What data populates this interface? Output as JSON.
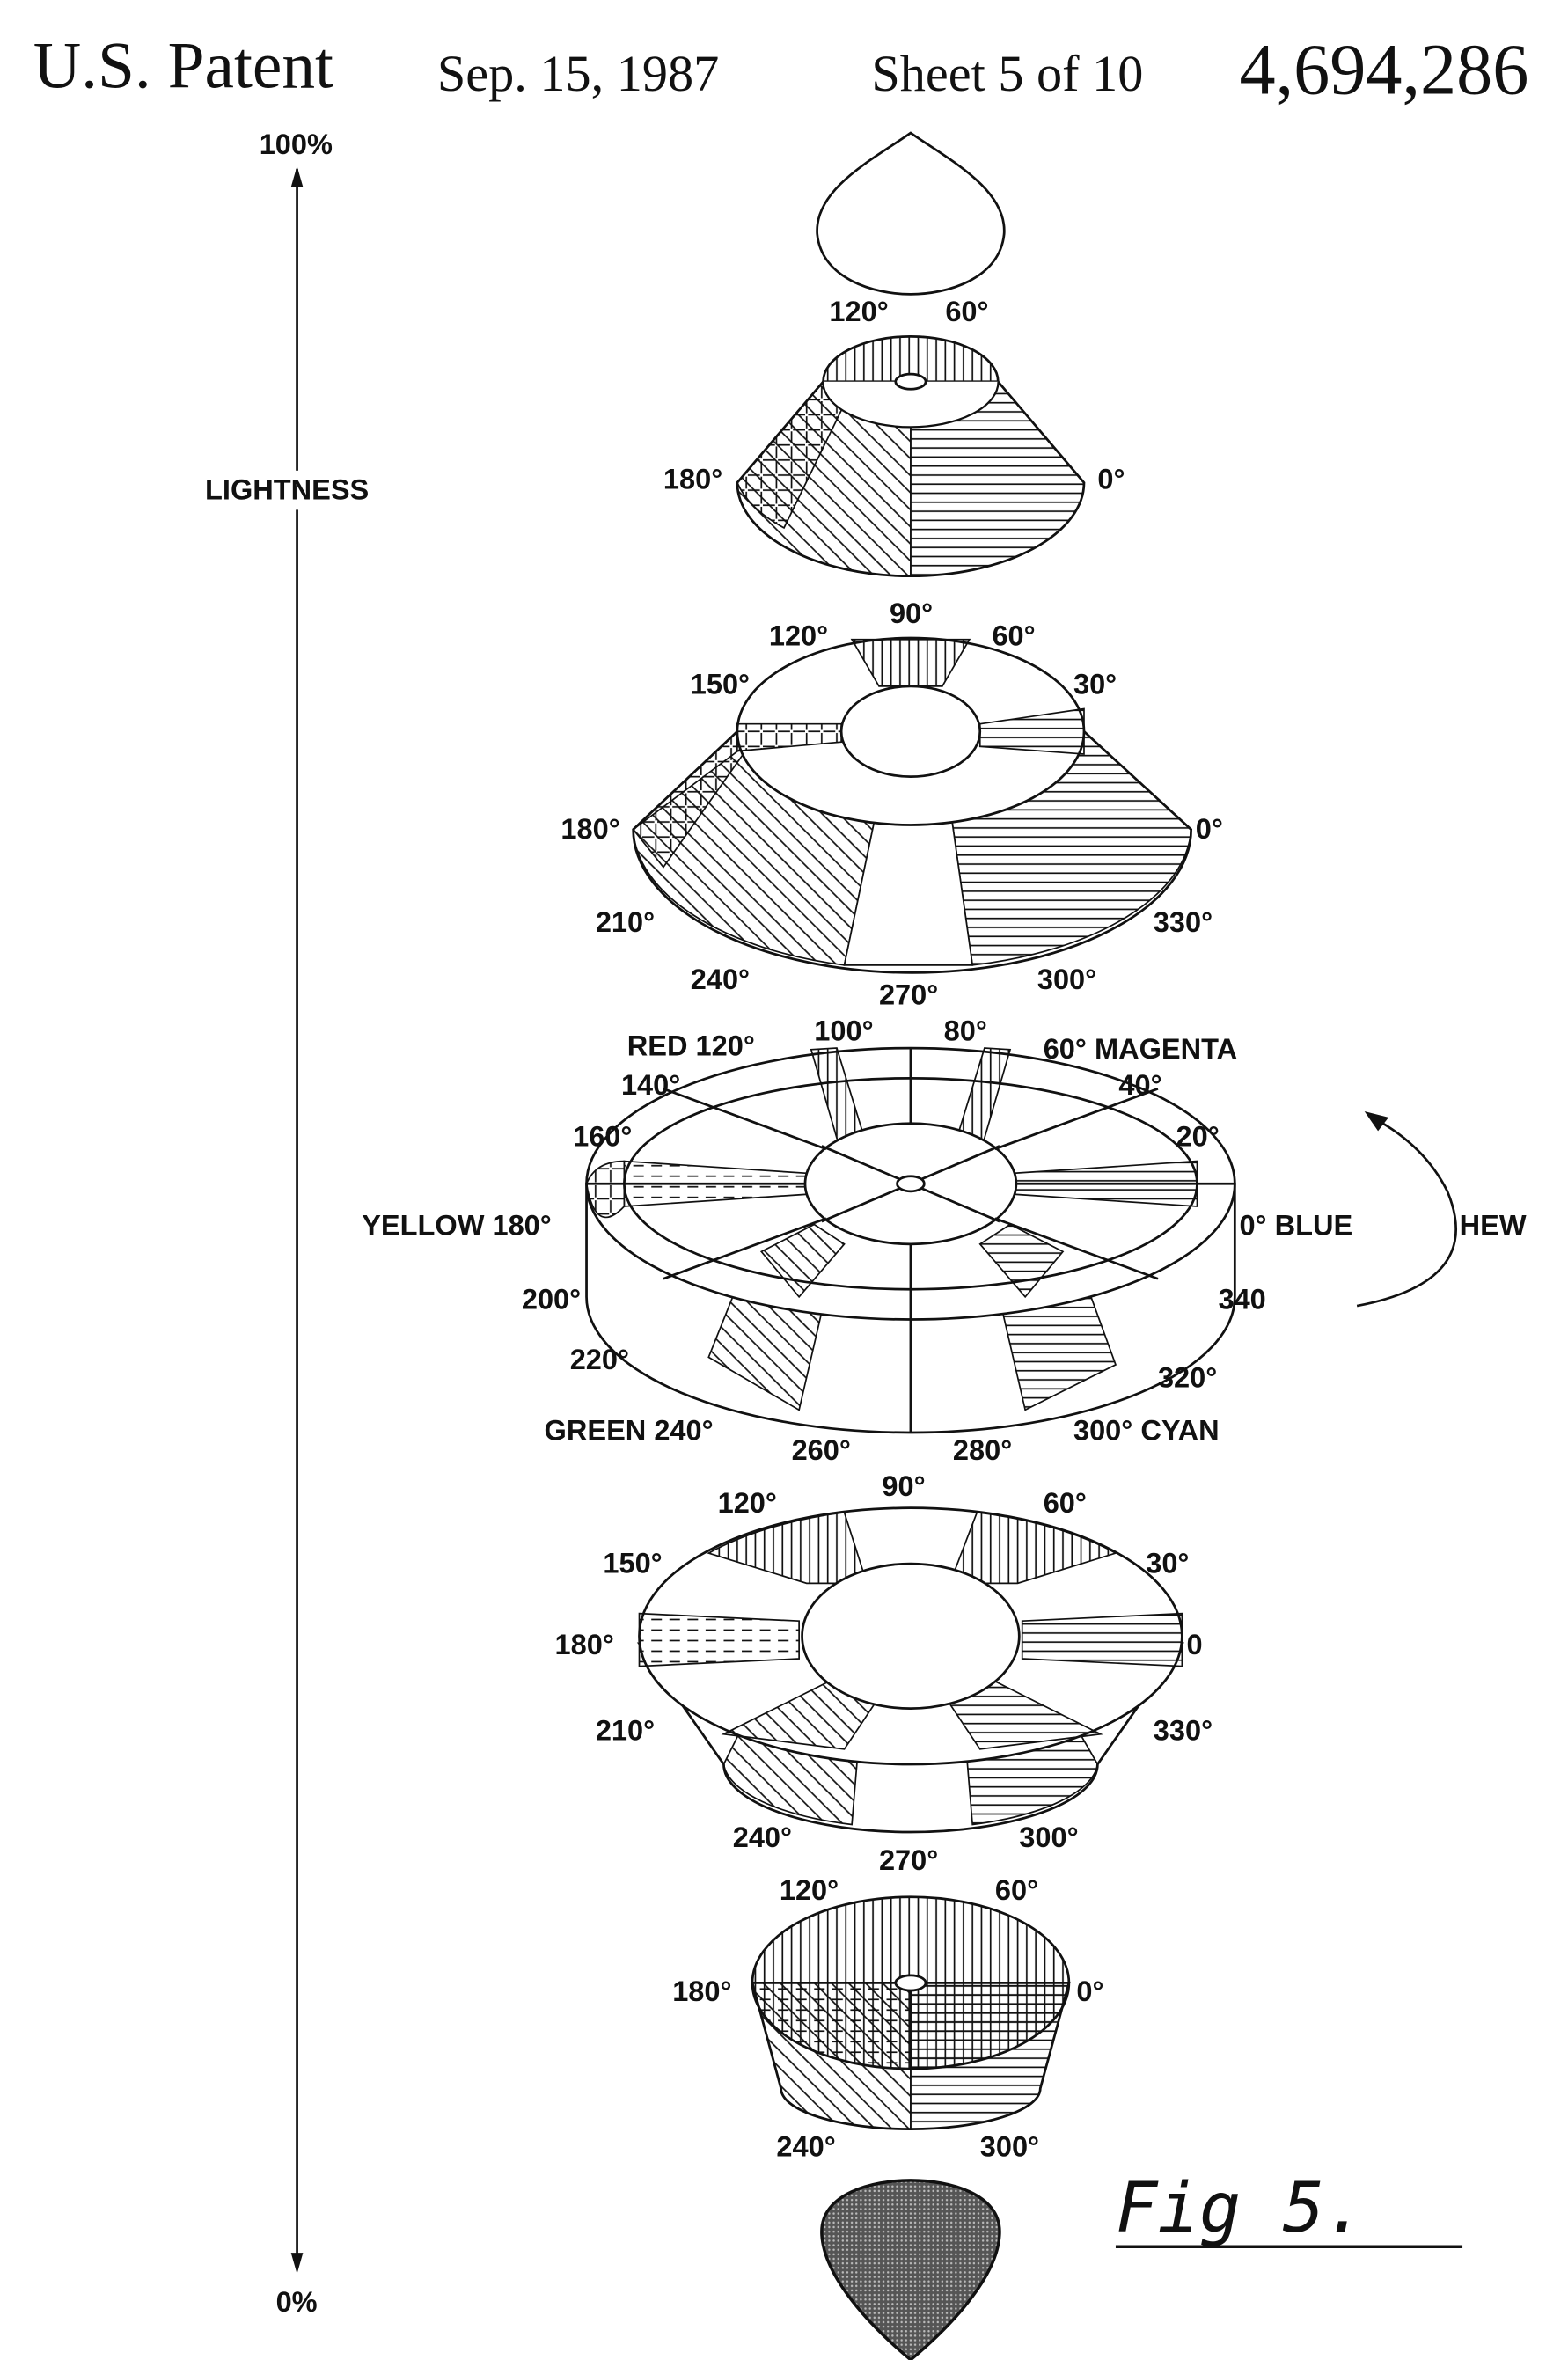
{
  "header": {
    "title": "U.S. Patent",
    "date": "Sep. 15, 1987",
    "sheet": "Sheet 5 of 10",
    "patent_number": "4,694,286"
  },
  "axis": {
    "top": "100%",
    "bottom": "0%",
    "label": "LIGHTNESS"
  },
  "layer2": {
    "l120": "120°",
    "l60": "60°",
    "l180": "180°",
    "l0": "0°"
  },
  "layer3": {
    "l120": "120°",
    "l90": "90°",
    "l60": "60°",
    "l150": "150°",
    "l30": "30°",
    "l180": "180°",
    "l0": "0°",
    "l210": "210°",
    "l330": "330°",
    "l240": "240°",
    "l270": "270°",
    "l300": "300°"
  },
  "layer4": {
    "red": "RED 120°",
    "l100": "100°",
    "l80": "80°",
    "magenta": "60° MAGENTA",
    "l140": "140°",
    "l40": "40°",
    "l160": "160°",
    "l20": "20°",
    "yellow": "YELLOW 180°",
    "blue": "0° BLUE",
    "l200": "200°",
    "l340": "340",
    "l220": "220°",
    "l320": "320°",
    "green": "GREEN 240°",
    "cyan": "300° CYAN",
    "l260": "260°",
    "l280": "280°"
  },
  "hue_label": "HEW",
  "layer5": {
    "l120": "120°",
    "l90": "90°",
    "l60": "60°",
    "l150": "150°",
    "l30": "30°",
    "l180": "180°",
    "l0": "0",
    "l210": "210°",
    "l330": "330°",
    "l240": "240°",
    "l270": "270°",
    "l300": "300°"
  },
  "layer6": {
    "l120": "120°",
    "l60": "60°",
    "l180": "180°",
    "l0": "0°",
    "l240": "240°",
    "l300": "300°"
  },
  "figure_label": "Fig 5."
}
